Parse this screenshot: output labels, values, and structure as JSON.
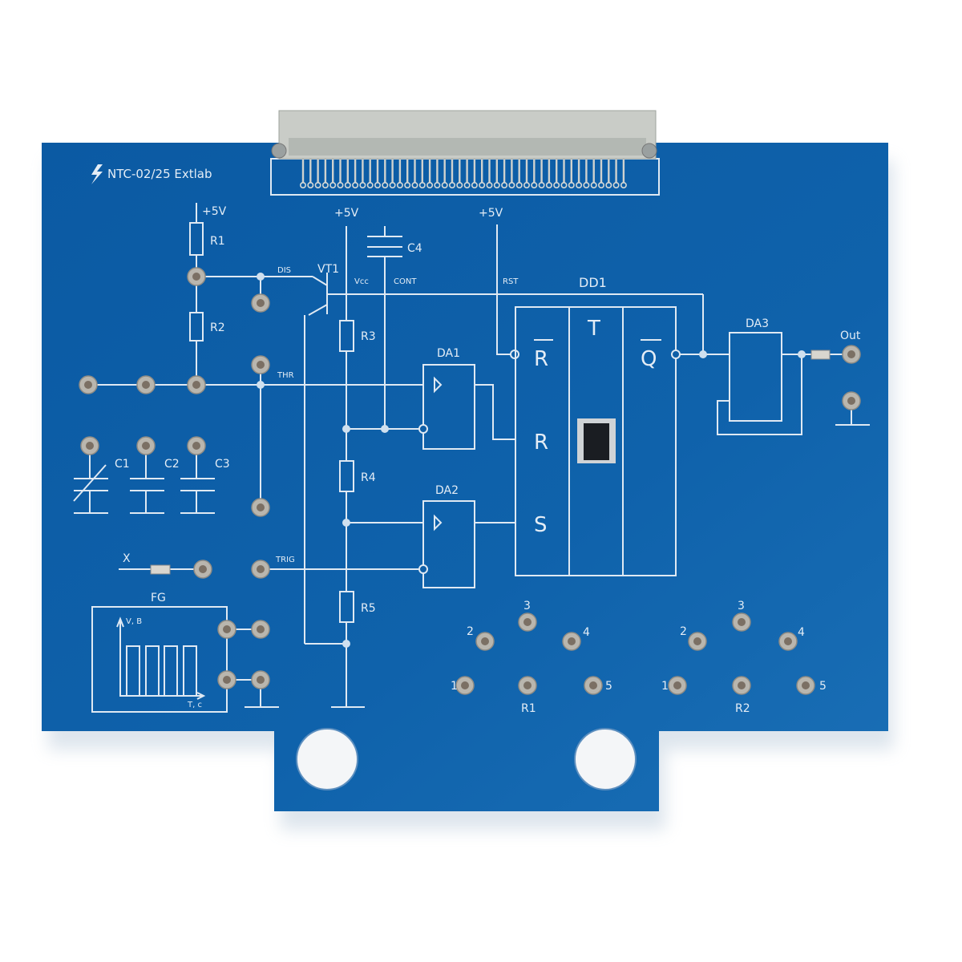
{
  "board": {
    "title": "NTC-02/25 Extlab",
    "colors": {
      "board": "#0e5ea6",
      "silkscreen": "#e4edf6",
      "connector": "#c9ccc7",
      "pad": "#b9b6ae"
    },
    "icons": [
      "lightning-logo-icon"
    ],
    "labels": {
      "plus5v_1": "+5V",
      "plus5v_2": "+5V",
      "plus5v_3": "+5V",
      "r1": "R1",
      "r2": "R2",
      "r3": "R3",
      "r4": "R4",
      "r5": "R5",
      "c1": "C1",
      "c2": "C2",
      "c3": "C3",
      "c4": "C4",
      "vt1": "VT1",
      "dis": "DIS",
      "vcc": "Vcc",
      "cont": "CONT",
      "rst": "RST",
      "thr": "THR",
      "trig": "TRIG",
      "dd1": "DD1",
      "da1": "DA1",
      "da2": "DA2",
      "da3": "DA3",
      "dd_rbar": "R",
      "dd_t": "T",
      "dd_r": "R",
      "dd_s": "S",
      "dd_qbar": "Q",
      "out": "Out",
      "x": "X",
      "fg": "FG",
      "fg_yaxis": "V, B",
      "fg_xaxis": "T, c"
    },
    "pot_r1": {
      "label": "R1",
      "pins": [
        "1",
        "2",
        "3",
        "4",
        "5"
      ]
    },
    "pot_r2": {
      "label": "R2",
      "pins": [
        "1",
        "2",
        "3",
        "4",
        "5"
      ]
    }
  }
}
